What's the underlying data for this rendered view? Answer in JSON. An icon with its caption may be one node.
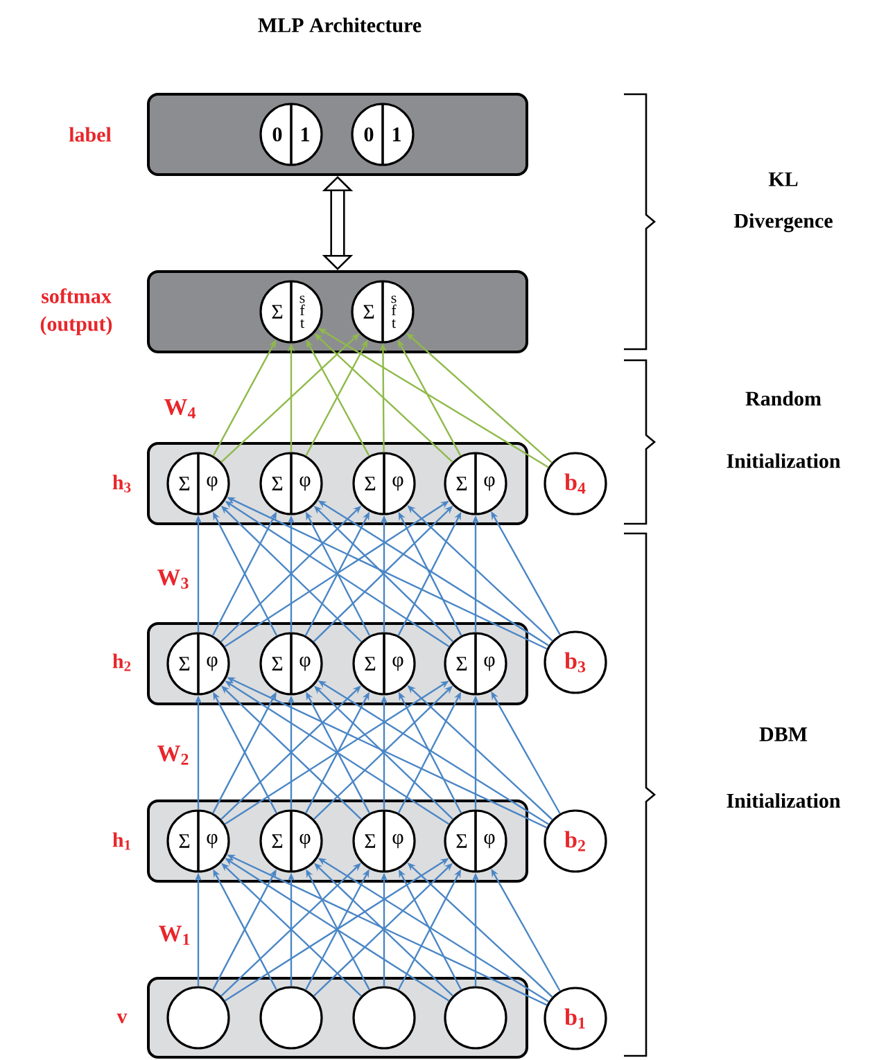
{
  "diagram": {
    "title": "MLP Architecture",
    "nodes": [
      {
        "text": [
          "label"
        ]
      },
      {
        "text": [
          "0",
          "1"
        ],
        "in": 0
      },
      {
        "text": [
          "0",
          "1"
        ],
        "in": 0
      },
      {
        "text": [
          "softmax (output)"
        ]
      },
      {
        "text": [
          "Σ",
          "s f t"
        ],
        "in": 3
      },
      {
        "text": [
          "Σ",
          "s f t"
        ],
        "in": 3
      },
      {
        "text": [
          "h$_{3}$"
        ]
      },
      {
        "text": [
          "Σ",
          "φ"
        ],
        "in": 6
      },
      {
        "text": [
          "Σ",
          "φ"
        ],
        "in": 6
      },
      {
        "text": [
          "Σ",
          "φ"
        ],
        "in": 6
      },
      {
        "text": [
          "Σ",
          "φ"
        ],
        "in": 6
      },
      {
        "text": [
          "b$_{4}$"
        ]
      },
      {
        "text": [
          "h$_{2}$"
        ]
      },
      {
        "text": [
          "Σ",
          "φ"
        ],
        "in": 12
      },
      {
        "text": [
          "Σ",
          "φ"
        ],
        "in": 12
      },
      {
        "text": [
          "Σ",
          "φ"
        ],
        "in": 12
      },
      {
        "text": [
          "Σ",
          "φ"
        ],
        "in": 12
      },
      {
        "text": [
          "b$_{3}$"
        ]
      },
      {
        "text": [
          "h$_{1}$"
        ]
      },
      {
        "text": [
          "Σ",
          "φ"
        ],
        "in": 18
      },
      {
        "text": [
          "Σ",
          "φ"
        ],
        "in": 18
      },
      {
        "text": [
          "Σ",
          "φ"
        ],
        "in": 18
      },
      {
        "text": [
          "Σ",
          "φ"
        ],
        "in": 18
      },
      {
        "text": [
          "b$_{2}$"
        ]
      },
      {
        "text": [
          "v"
        ]
      },
      {
        "text": [],
        "shape": "circle",
        "in": 24
      },
      {
        "text": [],
        "shape": "circle",
        "in": 24
      },
      {
        "text": [],
        "shape": "circle",
        "in": 24
      },
      {
        "text": [],
        "shape": "circle",
        "in": 24
      },
      {
        "text": [
          "b$_{1}$"
        ]
      }
    ],
    "edges": [
      {
        "from": 0,
        "to": 3,
        "arrow": "both",
        "style": "thick",
        "color": "#000000"
      },
      {
        "from": 7,
        "to": 4,
        "arrow": "to",
        "color": "#8fba4a"
      },
      {
        "from": 7,
        "to": 5,
        "arrow": "to",
        "color": "#8fba4a"
      },
      {
        "from": 8,
        "to": 4,
        "arrow": "to",
        "color": "#8fba4a"
      },
      {
        "from": 8,
        "to": 5,
        "arrow": "to",
        "color": "#8fba4a"
      },
      {
        "from": 9,
        "to": 4,
        "arrow": "to",
        "color": "#8fba4a"
      },
      {
        "from": 9,
        "to": 5,
        "arrow": "to",
        "color": "#8fba4a"
      },
      {
        "from": 10,
        "to": 4,
        "arrow": "to",
        "color": "#8fba4a"
      },
      {
        "from": 10,
        "to": 5,
        "arrow": "to",
        "color": "#8fba4a"
      },
      {
        "from": 11,
        "to": 4,
        "arrow": "to",
        "color": "#8fba4a"
      },
      {
        "from": 11,
        "to": 5,
        "arrow": "to",
        "color": "#8fba4a"
      },
      {
        "from": 13,
        "to": 7,
        "arrow": "to"
      },
      {
        "from": 13,
        "to": 8,
        "arrow": "to"
      },
      {
        "from": 13,
        "to": 9,
        "arrow": "to"
      },
      {
        "from": 13,
        "to": 10,
        "arrow": "to"
      },
      {
        "from": 14,
        "to": 7,
        "arrow": "to"
      },
      {
        "from": 14,
        "to": 8,
        "arrow": "to"
      },
      {
        "from": 14,
        "to": 9,
        "arrow": "to"
      },
      {
        "from": 14,
        "to": 10,
        "arrow": "to"
      },
      {
        "from": 15,
        "to": 7,
        "arrow": "to"
      },
      {
        "from": 15,
        "to": 8,
        "arrow": "to"
      },
      {
        "from": 15,
        "to": 9,
        "arrow": "to"
      },
      {
        "from": 15,
        "to": 10,
        "arrow": "to"
      },
      {
        "from": 16,
        "to": 7,
        "arrow": "to"
      },
      {
        "from": 16,
        "to": 8,
        "arrow": "to"
      },
      {
        "from": 16,
        "to": 9,
        "arrow": "to"
      },
      {
        "from": 16,
        "to": 10,
        "arrow": "to"
      },
      {
        "from": 17,
        "to": 7,
        "arrow": "to"
      },
      {
        "from": 17,
        "to": 8,
        "arrow": "to"
      },
      {
        "from": 17,
        "to": 9,
        "arrow": "to"
      },
      {
        "from": 17,
        "to": 10,
        "arrow": "to"
      },
      {
        "from": 19,
        "to": 13,
        "arrow": "to"
      },
      {
        "from": 19,
        "to": 14,
        "arrow": "to"
      },
      {
        "from": 19,
        "to": 15,
        "arrow": "to"
      },
      {
        "from": 19,
        "to": 16,
        "arrow": "to"
      },
      {
        "from": 20,
        "to": 13,
        "arrow": "to"
      },
      {
        "from": 20,
        "to": 14,
        "arrow": "to"
      },
      {
        "from": 20,
        "to": 15,
        "arrow": "to"
      },
      {
        "from": 20,
        "to": 16,
        "arrow": "to"
      },
      {
        "from": 21,
        "to": 13,
        "arrow": "to"
      },
      {
        "from": 21,
        "to": 14,
        "arrow": "to"
      },
      {
        "from": 21,
        "to": 15,
        "arrow": "to"
      },
      {
        "from": 21,
        "to": 16,
        "arrow": "to"
      },
      {
        "from": 22,
        "to": 13,
        "arrow": "to"
      },
      {
        "from": 22,
        "to": 14,
        "arrow": "to"
      },
      {
        "from": 22,
        "to": 15,
        "arrow": "to"
      },
      {
        "from": 22,
        "to": 16,
        "arrow": "to"
      },
      {
        "from": 23,
        "to": 13,
        "arrow": "to"
      },
      {
        "from": 23,
        "to": 14,
        "arrow": "to"
      },
      {
        "from": 23,
        "to": 15,
        "arrow": "to"
      },
      {
        "from": 23,
        "to": 16,
        "arrow": "to"
      },
      {
        "from": 25,
        "to": 19,
        "arrow": "to"
      },
      {
        "from": 25,
        "to": 20,
        "arrow": "to"
      },
      {
        "from": 25,
        "to": 21,
        "arrow": "to"
      },
      {
        "from": 25,
        "to": 22,
        "arrow": "to"
      },
      {
        "from": 26,
        "to": 19,
        "arrow": "to"
      },
      {
        "from": 26,
        "to": 20,
        "arrow": "to"
      },
      {
        "from": 26,
        "to": 21,
        "arrow": "to"
      },
      {
        "from": 26,
        "to": 22,
        "arrow": "to"
      },
      {
        "from": 27,
        "to": 19,
        "arrow": "to"
      },
      {
        "from": 27,
        "to": 20,
        "arrow": "to"
      },
      {
        "from": 27,
        "to": 21,
        "arrow": "to"
      },
      {
        "from": 27,
        "to": 22,
        "arrow": "to"
      },
      {
        "from": 28,
        "to": 19,
        "arrow": "to"
      },
      {
        "from": 28,
        "to": 20,
        "arrow": "to"
      },
      {
        "from": 28,
        "to": 21,
        "arrow": "to"
      },
      {
        "from": 28,
        "to": 22,
        "arrow": "to"
      },
      {
        "from": 29,
        "to": 19,
        "arrow": "to"
      },
      {
        "from": 29,
        "to": 20,
        "arrow": "to"
      },
      {
        "from": 29,
        "to": 21,
        "arrow": "to"
      },
      {
        "from": 29,
        "to": 22,
        "arrow": "to"
      }
    ],
    "labels": [
      "W$_{4}$",
      "W$_{3}$",
      "W$_{2}$",
      "W$_{1}$",
      "KL Divergence",
      "Random Initialization",
      "DBM Initialization"
    ]
  }
}
